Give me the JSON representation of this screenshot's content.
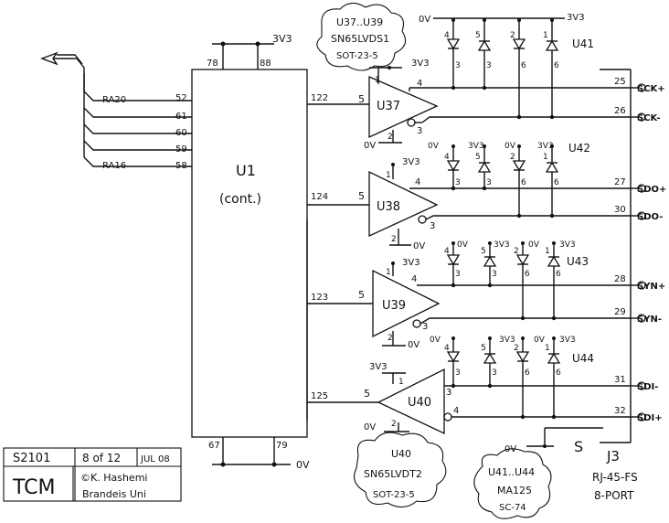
{
  "title_block": {
    "sheet_id": "S2101",
    "sheet_of": "8 of 12",
    "date": "JUL 08",
    "project": "TCM",
    "author": "©K. Hashemi",
    "org": "Brandeis Uni"
  },
  "main_chip": {
    "ref": "U1",
    "sub": "(cont.)",
    "pin_top_left": "78",
    "pin_top_right": "88",
    "pin_bottom_left": "67",
    "pin_bottom_right": "79",
    "supply_top": "3V3",
    "supply_bottom": "0V"
  },
  "bus": {
    "label_top": "RA20",
    "label_bottom": "RA16",
    "pins": [
      "52",
      "61",
      "60",
      "59",
      "58"
    ]
  },
  "drivers": [
    {
      "ref": "U37",
      "in_pin": "122",
      "in_num": "5",
      "out_pos": "4",
      "out_neg": "3",
      "vcc_pin": "1",
      "gnd_pin": "2",
      "vcc": "3V3",
      "gnd": "0V"
    },
    {
      "ref": "U38",
      "in_pin": "124",
      "in_num": "5",
      "out_pos": "4",
      "out_neg": "3",
      "vcc_pin": "1",
      "gnd_pin": "2",
      "vcc": "3V3",
      "gnd": "0V"
    },
    {
      "ref": "U39",
      "in_pin": "123",
      "in_num": "5",
      "out_pos": "4",
      "out_neg": "3",
      "vcc_pin": "1",
      "gnd_pin": "2",
      "vcc": "3V3",
      "gnd": "0V"
    },
    {
      "ref": "U40",
      "in_pin": "125",
      "in_num": "5",
      "out_pos": "4",
      "out_neg": "3",
      "vcc_pin": "1",
      "gnd_pin": "2",
      "vcc": "3V3",
      "gnd": "0V"
    }
  ],
  "clouds": {
    "drv": {
      "line1": "U37..U39",
      "line2": "SN65LVDS1",
      "line3": "SOT-23-5"
    },
    "rcv": {
      "line1": "U40",
      "line2": "SN65LVDT2",
      "line3": "SOT-23-5"
    },
    "esd": {
      "line1": "U41..U44",
      "line2": "MA125",
      "line3": "SC-74"
    }
  },
  "esd_arrays": [
    {
      "ref": "U41",
      "pins_top": [
        "4",
        "5",
        "2",
        "1"
      ],
      "pins_bot": [
        "3",
        "3",
        "6",
        "6"
      ],
      "rail_left": "0V",
      "rail_right": "3V3"
    },
    {
      "ref": "U42",
      "pins_top": [
        "4",
        "5",
        "2",
        "1"
      ],
      "pins_bot": [
        "3",
        "3",
        "6",
        "6"
      ],
      "rail_left": "0V",
      "rail_mid": "3V3",
      "rail_mid2": "0V",
      "rail_right": "3V3"
    },
    {
      "ref": "U43",
      "pins_top": [
        "4",
        "5",
        "2",
        "1"
      ],
      "pins_bot": [
        "3",
        "3",
        "6",
        "6"
      ],
      "rail_left": "0V",
      "rail_mid": "3V3",
      "rail_mid2": "0V",
      "rail_right": "3V3"
    },
    {
      "ref": "U44",
      "pins_top": [
        "4",
        "5",
        "2",
        "1"
      ],
      "pins_bot": [
        "3",
        "3",
        "6",
        "6"
      ],
      "rail_left": "0V",
      "rail_mid": "3V3",
      "rail_mid2": "0V",
      "rail_right": "3V3"
    }
  ],
  "connector": {
    "ref": "J3",
    "type": "RJ-45-FS",
    "ports": "8-PORT",
    "shield": "S",
    "shield_gnd": "0V",
    "signals": [
      {
        "name": "SCK+",
        "pin": "25"
      },
      {
        "name": "SCK-",
        "pin": "26"
      },
      {
        "name": "SDO+",
        "pin": "27"
      },
      {
        "name": "SDO-",
        "pin": "30"
      },
      {
        "name": "SYN+",
        "pin": "28"
      },
      {
        "name": "SYN-",
        "pin": "29"
      },
      {
        "name": "SDI-",
        "pin": "31"
      },
      {
        "name": "SDI+",
        "pin": "32"
      }
    ]
  }
}
